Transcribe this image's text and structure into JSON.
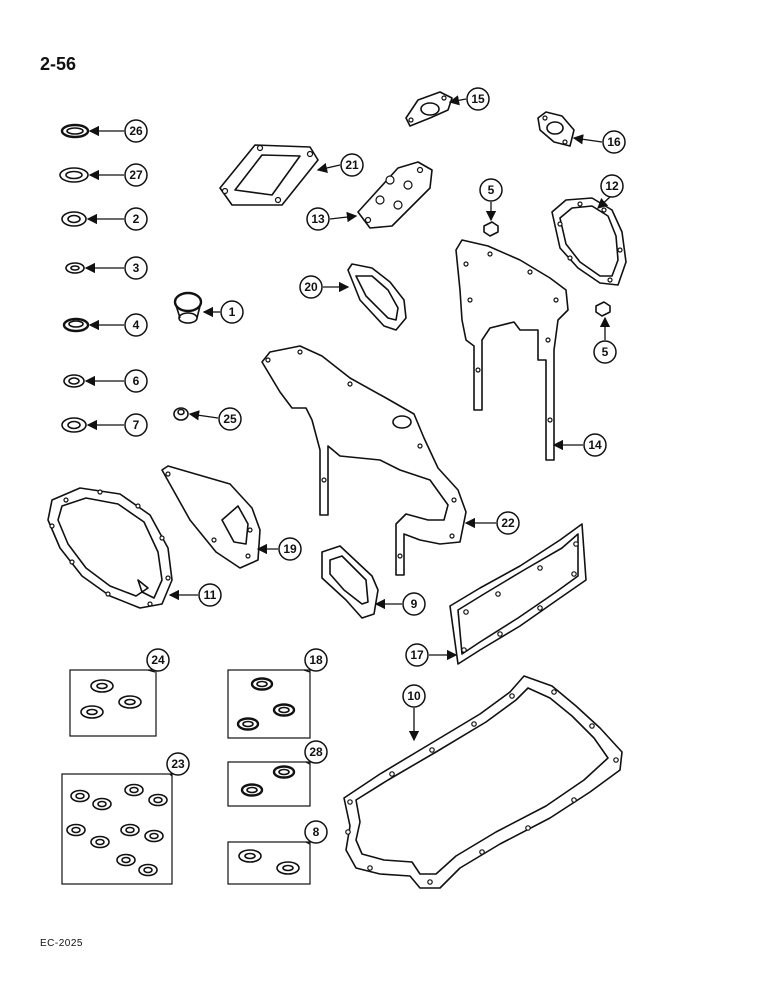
{
  "page": {
    "number": "2-56",
    "code": "EC-2025"
  },
  "callouts": [
    "26",
    "27",
    "2",
    "3",
    "1",
    "4",
    "6",
    "7",
    "25",
    "21",
    "13",
    "15",
    "16",
    "5",
    "12",
    "20",
    "5",
    "14",
    "22",
    "19",
    "11",
    "9",
    "17",
    "10",
    "24",
    "18",
    "23",
    "28",
    "8"
  ]
}
